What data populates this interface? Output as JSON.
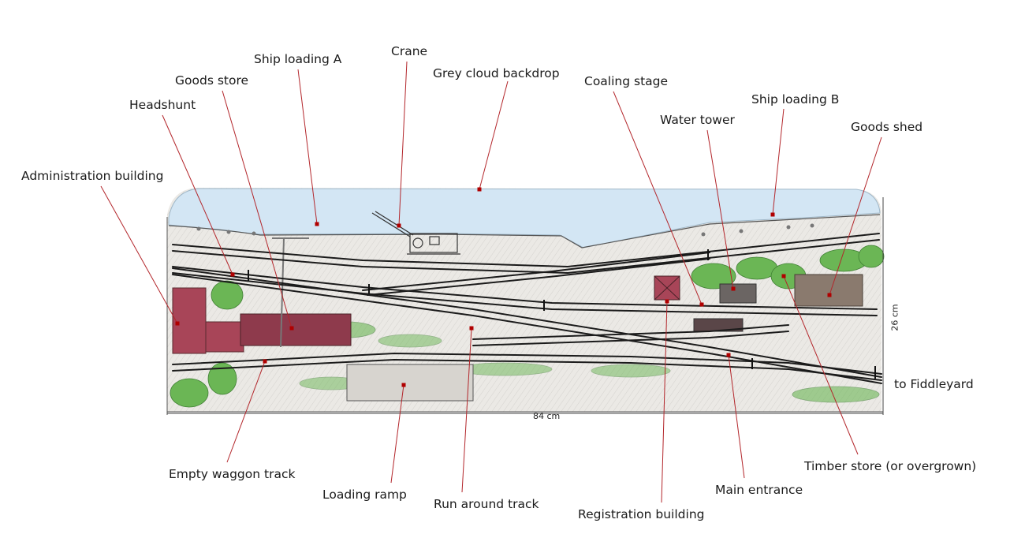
{
  "labels": {
    "ship_loading_a": "Ship loading A",
    "crane": "Crane",
    "grey_cloud_backdrop": "Grey cloud backdrop",
    "goods_store": "Goods store",
    "coaling_stage": "Coaling stage",
    "headshunt": "Headshunt",
    "ship_loading_b": "Ship loading B",
    "water_tower": "Water tower",
    "goods_shed": "Goods shed",
    "administration_building": "Administration building",
    "to_fiddleyard": "to Fiddleyard",
    "empty_waggon_track": "Empty waggon track",
    "loading_ramp": "Loading ramp",
    "run_around_track": "Run around track",
    "registration_building": "Registration building",
    "main_entrance": "Main entrance",
    "timber_store": "Timber store (or overgrown)"
  },
  "dimensions": {
    "width": "84 cm",
    "depth": "26 cm"
  },
  "colors": {
    "water": "#cfe3f2",
    "ground": "#e9e7e3",
    "track": "#1b1b1b",
    "building_red": "#9a3b4e",
    "building_brown": "#7a6a5a",
    "vegetation": "#5fae4a",
    "leader_line": "#b3262b",
    "marker": "#b00000"
  }
}
